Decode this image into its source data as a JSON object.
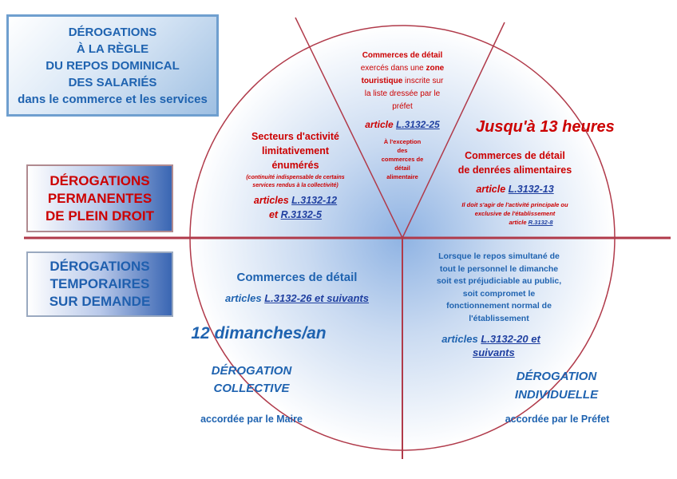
{
  "title_box": {
    "lines": [
      "DÉROGATIONS",
      "À LA RÈGLE",
      "DU REPOS DOMINICAL",
      "DES SALARIÉS",
      "dans le commerce et les services"
    ]
  },
  "left_labels": {
    "permanent": [
      "DÉROGATIONS",
      "PERMANENTES",
      "DE PLEIN DROIT"
    ],
    "temporary": [
      "DÉROGATIONS",
      "TEMPORAIRES",
      "SUR DEMANDE"
    ]
  },
  "sectors": {
    "title": [
      "Secteurs d'activité",
      "limitativement",
      "énumérés"
    ],
    "note": [
      "(continuité indispensable de certains",
      "services rendus à la collectivité)"
    ],
    "ref_prefix": "articles",
    "ref1": "L.3132-12",
    "ref_joiner": "et",
    "ref2": "R.3132-5"
  },
  "tourist": {
    "line1": "Commerces de détail",
    "line2_a": "exercés dans une ",
    "line2_b": "zone",
    "line3_a": "touristique",
    "line3_b": " inscrite sur",
    "line4": "la liste dressée par le",
    "line5": "préfet",
    "ref_prefix": "article",
    "ref": "L.3132-25",
    "exception": [
      "À l'exception",
      "des",
      "commerces de",
      "détail",
      "alimentaire"
    ]
  },
  "food": {
    "headline": "Jusqu'à 13 heures",
    "title": [
      "Commerces de détail",
      "de denrées alimentaires"
    ],
    "ref_prefix": "article",
    "ref": "L.3132-13",
    "note": [
      "Il doit s'agir de l'activité principale ou",
      "exclusive de l'établissement"
    ],
    "note_ref_prefix": "article",
    "note_ref": "R.3132-8"
  },
  "collective": {
    "title": "Commerces de détail",
    "ref_prefix": "articles",
    "ref": "L.3132-26 et suivants",
    "count": "12 dimanches/an",
    "label": [
      "DÉROGATION",
      "COLLECTIVE"
    ],
    "granted": "accordée par le Maire"
  },
  "individual": {
    "text": [
      "Lorsque le repos simultané de",
      "tout le personnel le dimanche",
      "soit est préjudiciable au public,",
      "soit compromet le",
      "fonctionnement normal de",
      "l'établissement"
    ],
    "ref_prefix": "articles",
    "ref_line1": "L.3132-20 et",
    "ref_line2": "suivants",
    "label": [
      "DÉROGATION",
      "INDIVIDUELLE"
    ],
    "granted": "accordée par le Préfet"
  },
  "colors": {
    "red": "#cc0000",
    "blue": "#1f63b0",
    "link": "#1f3fa0"
  }
}
